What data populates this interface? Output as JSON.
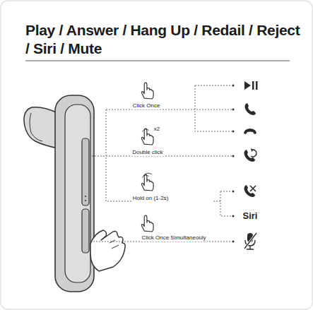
{
  "diagram": {
    "title": "Play / Answer / Hang Up / Redail / Reject / Siri / Mute",
    "labels": [
      "Click Once",
      "x2",
      "Double click",
      "Hold on (1-2s)",
      "Click Once Simultaneouly",
      "Siri"
    ]
  }
}
